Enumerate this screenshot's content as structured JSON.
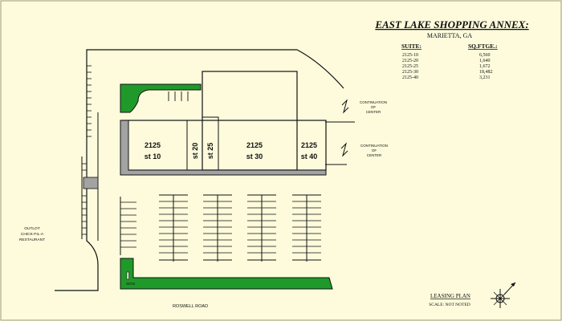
{
  "title": {
    "name": "EAST LAKE SHOPPING ANNEX:",
    "location": "MARIETTA, GA"
  },
  "table": {
    "headers": [
      "SUITE:",
      "SQ.FTGE.:"
    ],
    "rows": [
      [
        "2125-10",
        "6,560"
      ],
      [
        "2125-20",
        "1,640"
      ],
      [
        "2125-25",
        "1,672"
      ],
      [
        "2125-30",
        "18,482"
      ],
      [
        "2125-40",
        "3,231"
      ]
    ]
  },
  "units": [
    {
      "number": "2125",
      "suite": "st 10"
    },
    {
      "number": "st 20"
    },
    {
      "number": "st 25"
    },
    {
      "number": "2125",
      "suite": "st 30"
    },
    {
      "number": "2125",
      "suite": "st 40"
    }
  ],
  "notes": {
    "continuation_top": [
      "CONTINUATION",
      "OF",
      "CENTER"
    ],
    "continuation_bottom": [
      "CONTINUATION",
      "OF",
      "CENTER"
    ],
    "outparcel": [
      "OUTLOT",
      "CHICK-FIL-A",
      "RESTAURANT"
    ],
    "road": "ROSWELL ROAD",
    "sign": "SIGN"
  },
  "footer": {
    "plan_label": "LEASING PLAN",
    "scale": "SCALE:  NOT NOTED"
  },
  "colors": {
    "background": "#fdfbdc",
    "landscape_green": "#1f9a2a",
    "curb_gray": "#a3a3a3",
    "ink": "#111111"
  }
}
